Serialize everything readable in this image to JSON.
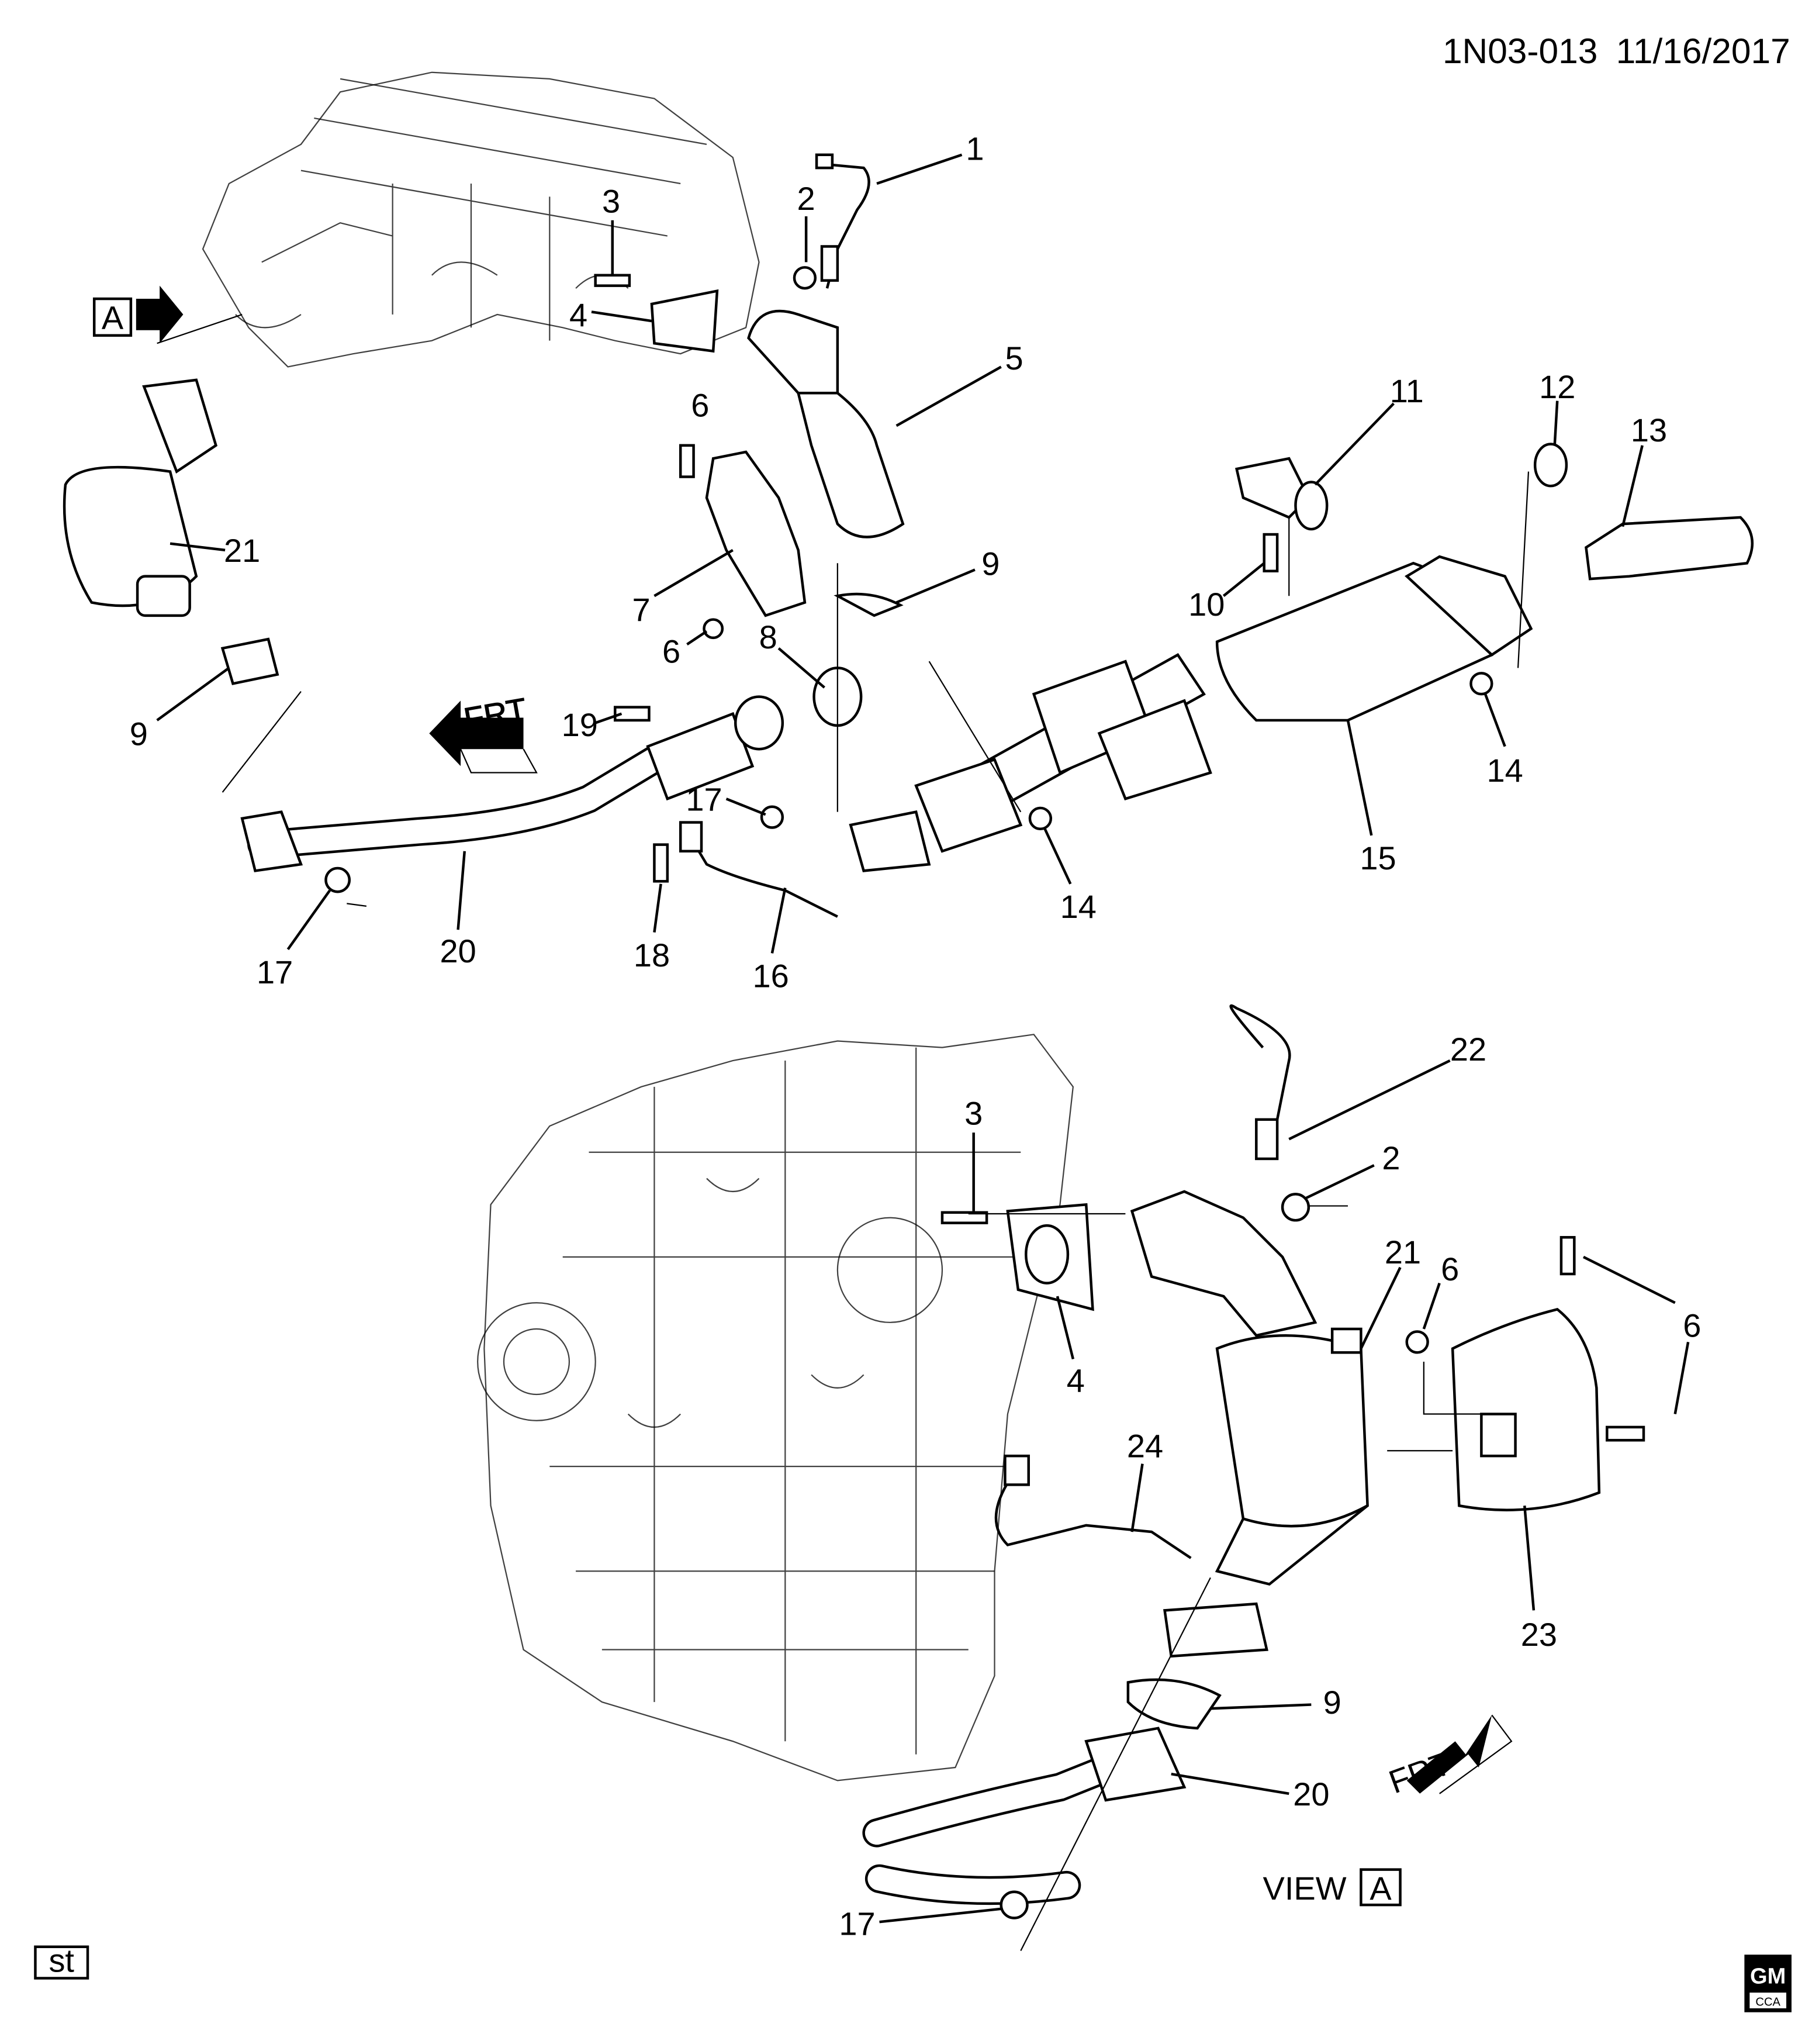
{
  "header": {
    "diagram_id": "1N03-013",
    "date": "11/16/2017"
  },
  "view_marker": {
    "letter": "A"
  },
  "view_label": {
    "text": "VIEW",
    "letter": "A"
  },
  "frt_labels": [
    "FRT",
    "FRT"
  ],
  "footer": {
    "st_badge": "st",
    "logo_top": "GM",
    "logo_bottom": "CCA"
  },
  "callouts_top": [
    "1",
    "2",
    "3",
    "4",
    "5",
    "6",
    "11",
    "12",
    "13",
    "21",
    "7",
    "9",
    "10",
    "6",
    "8",
    "9",
    "19",
    "17",
    "14",
    "15",
    "14",
    "17",
    "20",
    "18",
    "16"
  ],
  "callouts_bottom": [
    "22",
    "3",
    "2",
    "21",
    "6",
    "6",
    "4",
    "24",
    "23",
    "9",
    "20",
    "17"
  ]
}
